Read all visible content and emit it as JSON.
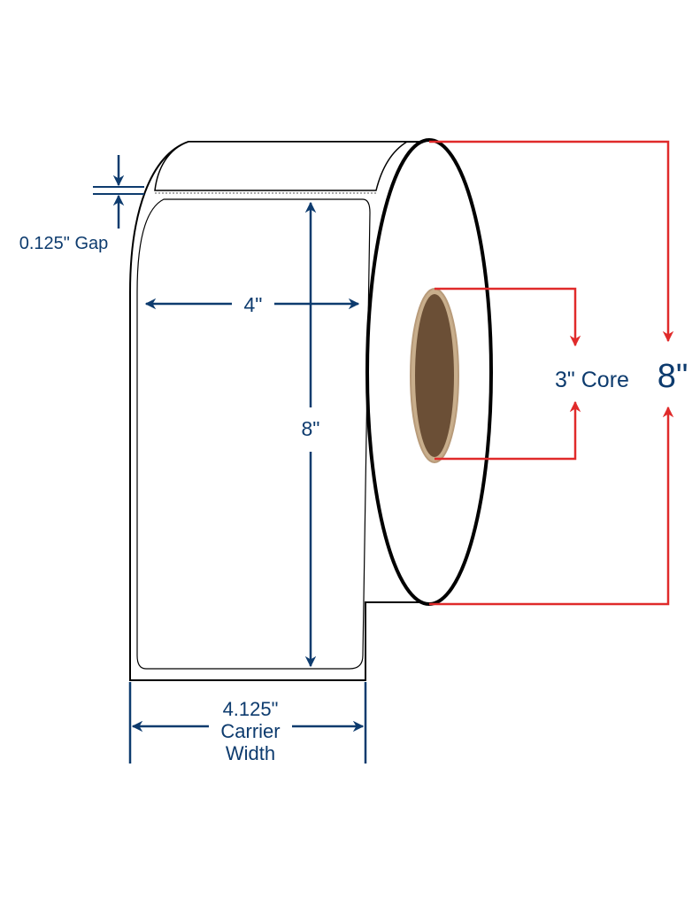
{
  "diagram": {
    "gap_label": "0.125\" Gap",
    "label_width_label": "4\"",
    "label_height_label": "8\"",
    "carrier_width_line1": "4.125\"",
    "carrier_width_line2": "Carrier",
    "carrier_width_line3": "Width",
    "core_label": "3\" Core",
    "roll_diameter_label": "8\""
  },
  "colors": {
    "dimension_blue": "#0d3b6e",
    "dimension_red": "#e02a2a",
    "core_brown": "#6b4f36",
    "core_ring": "#b89b7a",
    "outline": "#000000"
  }
}
